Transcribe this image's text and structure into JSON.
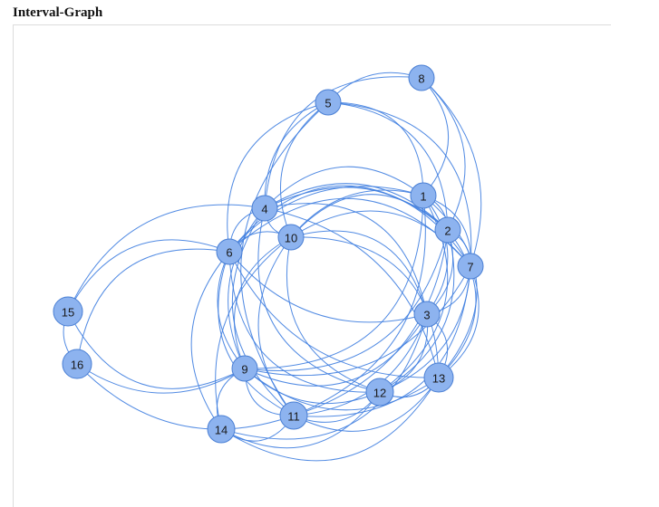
{
  "title": "Interval-Graph",
  "colors": {
    "node_fill": "#8db3ef",
    "node_stroke": "#4a7fd4",
    "edge": "#3f7ee0",
    "label": "#1a1a1a"
  },
  "graph": {
    "nodes": [
      {
        "id": "1",
        "label": "1"
      },
      {
        "id": "2",
        "label": "2"
      },
      {
        "id": "3",
        "label": "3"
      },
      {
        "id": "4",
        "label": "4"
      },
      {
        "id": "5",
        "label": "5"
      },
      {
        "id": "6",
        "label": "6"
      },
      {
        "id": "7",
        "label": "7"
      },
      {
        "id": "8",
        "label": "8"
      },
      {
        "id": "9",
        "label": "9"
      },
      {
        "id": "10",
        "label": "10"
      },
      {
        "id": "11",
        "label": "11"
      },
      {
        "id": "12",
        "label": "12"
      },
      {
        "id": "13",
        "label": "13"
      },
      {
        "id": "14",
        "label": "14"
      },
      {
        "id": "15",
        "label": "15"
      },
      {
        "id": "16",
        "label": "16"
      }
    ],
    "edges": [
      [
        "1",
        "2"
      ],
      [
        "1",
        "3"
      ],
      [
        "1",
        "4"
      ],
      [
        "1",
        "5"
      ],
      [
        "1",
        "6"
      ],
      [
        "1",
        "7"
      ],
      [
        "1",
        "8"
      ],
      [
        "1",
        "9"
      ],
      [
        "1",
        "10"
      ],
      [
        "1",
        "11"
      ],
      [
        "1",
        "12"
      ],
      [
        "1",
        "13"
      ],
      [
        "2",
        "3"
      ],
      [
        "2",
        "4"
      ],
      [
        "2",
        "5"
      ],
      [
        "2",
        "6"
      ],
      [
        "2",
        "7"
      ],
      [
        "2",
        "8"
      ],
      [
        "2",
        "9"
      ],
      [
        "2",
        "10"
      ],
      [
        "2",
        "11"
      ],
      [
        "2",
        "12"
      ],
      [
        "2",
        "13"
      ],
      [
        "3",
        "4"
      ],
      [
        "3",
        "6"
      ],
      [
        "3",
        "7"
      ],
      [
        "3",
        "9"
      ],
      [
        "3",
        "10"
      ],
      [
        "3",
        "11"
      ],
      [
        "3",
        "12"
      ],
      [
        "3",
        "13"
      ],
      [
        "3",
        "14"
      ],
      [
        "4",
        "5"
      ],
      [
        "4",
        "6"
      ],
      [
        "4",
        "7"
      ],
      [
        "4",
        "8"
      ],
      [
        "4",
        "9"
      ],
      [
        "4",
        "10"
      ],
      [
        "4",
        "11"
      ],
      [
        "4",
        "12"
      ],
      [
        "4",
        "13"
      ],
      [
        "4",
        "15"
      ],
      [
        "5",
        "6"
      ],
      [
        "5",
        "7"
      ],
      [
        "5",
        "8"
      ],
      [
        "5",
        "10"
      ],
      [
        "5",
        "11"
      ],
      [
        "6",
        "7"
      ],
      [
        "6",
        "9"
      ],
      [
        "6",
        "10"
      ],
      [
        "6",
        "11"
      ],
      [
        "6",
        "12"
      ],
      [
        "6",
        "13"
      ],
      [
        "6",
        "14"
      ],
      [
        "6",
        "15"
      ],
      [
        "6",
        "16"
      ],
      [
        "7",
        "8"
      ],
      [
        "7",
        "9"
      ],
      [
        "7",
        "10"
      ],
      [
        "7",
        "11"
      ],
      [
        "7",
        "12"
      ],
      [
        "7",
        "13"
      ],
      [
        "9",
        "10"
      ],
      [
        "9",
        "11"
      ],
      [
        "9",
        "12"
      ],
      [
        "9",
        "13"
      ],
      [
        "9",
        "14"
      ],
      [
        "9",
        "15"
      ],
      [
        "9",
        "16"
      ],
      [
        "10",
        "11"
      ],
      [
        "10",
        "12"
      ],
      [
        "10",
        "13"
      ],
      [
        "10",
        "14"
      ],
      [
        "11",
        "12"
      ],
      [
        "11",
        "13"
      ],
      [
        "11",
        "14"
      ],
      [
        "11",
        "16"
      ],
      [
        "12",
        "13"
      ],
      [
        "12",
        "14"
      ],
      [
        "13",
        "14"
      ],
      [
        "15",
        "16"
      ]
    ]
  }
}
